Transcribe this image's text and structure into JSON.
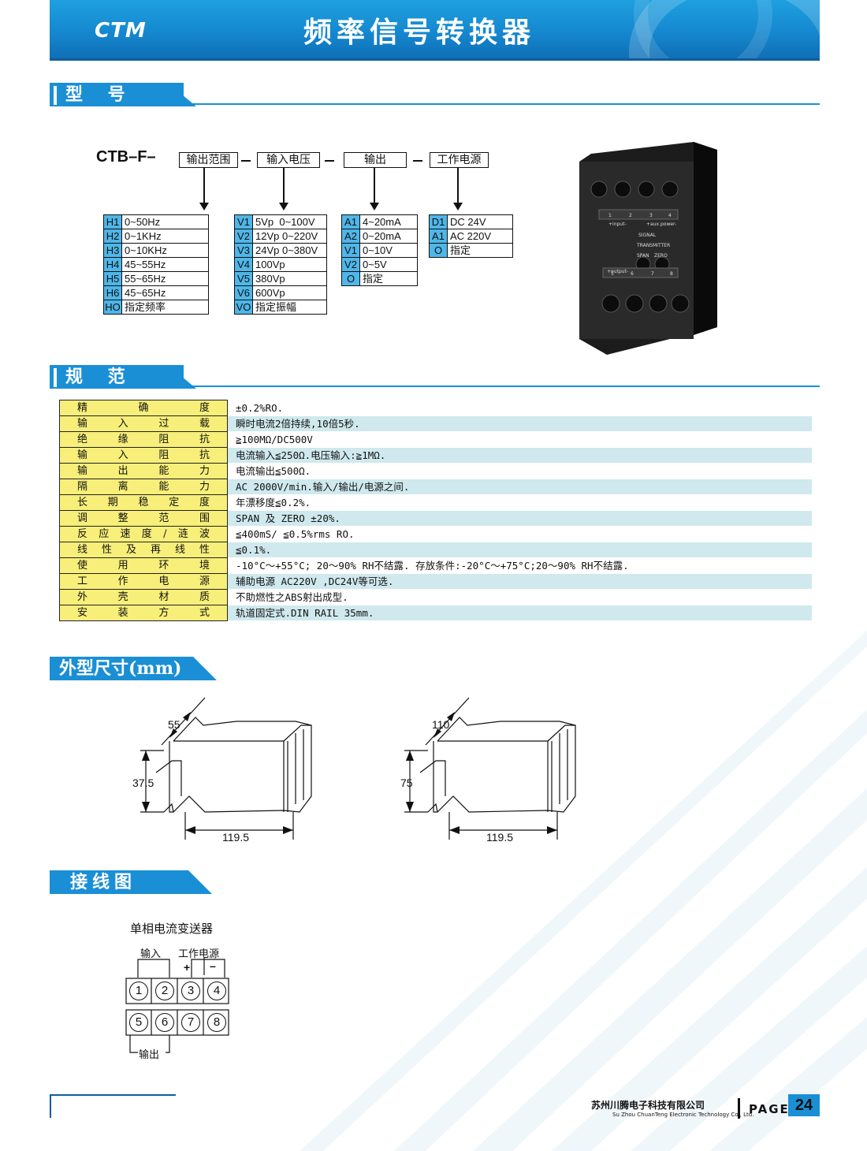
{
  "header": {
    "logo": "CTM",
    "title": "频率信号转换器"
  },
  "sections": {
    "model": "型 号",
    "spec": "规 范",
    "dims": "外型尺寸(mm)",
    "wiring": "接线图"
  },
  "model_code": {
    "prefix": "CTB–F–",
    "fields": [
      "输出范围",
      "输入电压",
      "输出",
      "工作电源"
    ],
    "output_range": [
      {
        "code": "H1",
        "desc": "0~50Hz"
      },
      {
        "code": "H2",
        "desc": "0~1KHz"
      },
      {
        "code": "H3",
        "desc": "0~10KHz"
      },
      {
        "code": "H4",
        "desc": "45~55Hz"
      },
      {
        "code": "H5",
        "desc": "55~65Hz"
      },
      {
        "code": "H6",
        "desc": "45~65Hz"
      },
      {
        "code": "HO",
        "desc": "指定频率"
      }
    ],
    "input_voltage": [
      {
        "code": "V1",
        "desc": "5Vp  0~100V"
      },
      {
        "code": "V2",
        "desc": "12Vp 0~220V"
      },
      {
        "code": "V3",
        "desc": "24Vp 0~380V"
      },
      {
        "code": "V4",
        "desc": "100Vp"
      },
      {
        "code": "V5",
        "desc": "380Vp"
      },
      {
        "code": "V6",
        "desc": "600Vp"
      },
      {
        "code": "VO",
        "desc": "指定振幅"
      }
    ],
    "output": [
      {
        "code": "A1",
        "desc": "4~20mA"
      },
      {
        "code": "A2",
        "desc": "0~20mA"
      },
      {
        "code": "V1",
        "desc": "0~10V"
      },
      {
        "code": "V2",
        "desc": "0~5V"
      },
      {
        "code": "O",
        "desc": "指定"
      }
    ],
    "power": [
      {
        "code": "D1",
        "desc": "DC 24V"
      },
      {
        "code": "A1",
        "desc": "AC 220V"
      },
      {
        "code": "O",
        "desc": "指定"
      }
    ]
  },
  "device": {
    "label1": "SIGNAL",
    "label2": "TRANSMITTER",
    "knob1": "SPAN",
    "knob2": "ZERO",
    "top_terminals": [
      "1",
      "2",
      "3",
      "4"
    ],
    "bottom_terminals": [
      "5",
      "6",
      "7",
      "8"
    ],
    "input_label": "+input-",
    "power_label": "+aux.power-",
    "output_label": "+output-"
  },
  "spec": [
    {
      "label": "精确度",
      "value": "±0.2%RO."
    },
    {
      "label": "输入过载",
      "value": "瞬时电流2倍持续,10倍5秒."
    },
    {
      "label": "绝缘阻抗",
      "value": "≧100MΩ/DC500V"
    },
    {
      "label": "输入阻抗",
      "value": "电流输入≦250Ω.电压输入:≧1MΩ."
    },
    {
      "label": "输出能力",
      "value": "电流输出≦500Ω."
    },
    {
      "label": "隔离能力",
      "value": "AC 2000V/min.输入/输出/电源之间."
    },
    {
      "label": "长期稳定度",
      "value": "年漂移度≦0.2%."
    },
    {
      "label": "调整范围",
      "value": "SPAN 及 ZERO ±20%."
    },
    {
      "label": "反应速度/涟波",
      "value": "≦400mS/ ≦0.5%rms RO."
    },
    {
      "label": "线性及再线性",
      "value": "≦0.1%."
    },
    {
      "label": "使用环境",
      "value": "-10°C～+55°C; 20～90% RH不结露. 存放条件:-20°C～+75°C;20～90% RH不结露."
    },
    {
      "label": "工作电源",
      "value": "辅助电源 AC220V ,DC24V等可选."
    },
    {
      "label": "外壳材质",
      "value": "不助燃性之ABS射出成型."
    },
    {
      "label": "安装方式",
      "value": "轨道固定式.DIN RAIL 35mm."
    }
  ],
  "dims": {
    "left": {
      "top": "55",
      "height": "37.5",
      "length": "119.5"
    },
    "right": {
      "top": "110",
      "height": "75",
      "length": "119.5"
    }
  },
  "wiring": {
    "title": "单相电流变送器",
    "input_label": "输入",
    "power_label": "工作电源",
    "plus": "+",
    "minus": "–",
    "output_label": "输出",
    "top": [
      "1",
      "2",
      "3",
      "4"
    ],
    "bottom": [
      "5",
      "6",
      "7",
      "8"
    ]
  },
  "footer": {
    "company": "苏州川腾电子科技有限公司",
    "company_en": "Su Zhou ChuanTeng Electronic Technology Co., Ltd.",
    "page_label": "PAGE",
    "page_number": "24"
  }
}
